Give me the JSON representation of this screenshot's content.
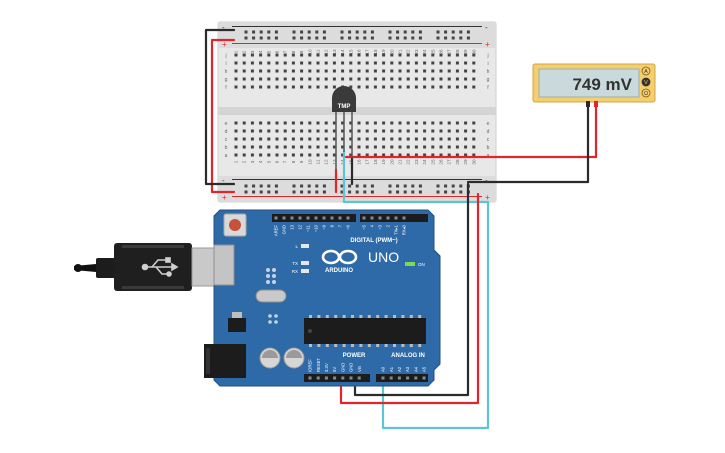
{
  "breadboard": {
    "plus": "+",
    "minus": "-",
    "row_letters_top": [
      "j",
      "i",
      "h",
      "g",
      "f"
    ],
    "row_letters_bottom": [
      "e",
      "d",
      "c",
      "b",
      "a"
    ],
    "column_numbers": [
      "1",
      "2",
      "3",
      "4",
      "5",
      "6",
      "7",
      "8",
      "9",
      "10",
      "11",
      "12",
      "13",
      "14",
      "15",
      "16",
      "17",
      "18",
      "19",
      "20",
      "21",
      "22",
      "23",
      "24",
      "25",
      "26",
      "27",
      "28",
      "29",
      "30"
    ]
  },
  "sensor": {
    "label": "TMP"
  },
  "multimeter": {
    "reading": "749 mV",
    "mode_buttons": [
      "A",
      "V",
      "Ω"
    ]
  },
  "arduino": {
    "logo_text": "ARDUINO",
    "model": "UNO",
    "digital_label": "DIGITAL (PWM~)",
    "power_label": "POWER",
    "analog_label": "ANALOG IN",
    "on_label": "ON",
    "led_l": "L",
    "led_tx": "TX",
    "led_rx": "RX",
    "digital_pins": [
      "AREF",
      "GND",
      "13",
      "12",
      "~11",
      "~10",
      "~9",
      "8",
      "7",
      "~6",
      "~5",
      "4",
      "~3",
      "2",
      "TX▸1",
      "RX◂0"
    ],
    "power_pins": [
      "IOREF",
      "RESET",
      "3.3V",
      "5V",
      "GND",
      "GND",
      "Vin"
    ],
    "analog_pins": [
      "A0",
      "A1",
      "A2",
      "A3",
      "A4",
      "A5"
    ]
  },
  "colors": {
    "board": "#2f6aa8",
    "board_dark": "#234f80",
    "breadboard": "#e6e6e6",
    "wire_red": "#e0262b",
    "wire_black": "#2b2b2b",
    "wire_cyan": "#5cc4d6",
    "meter_body": "#f5cf6c",
    "meter_screen": "#c9d9dc"
  }
}
